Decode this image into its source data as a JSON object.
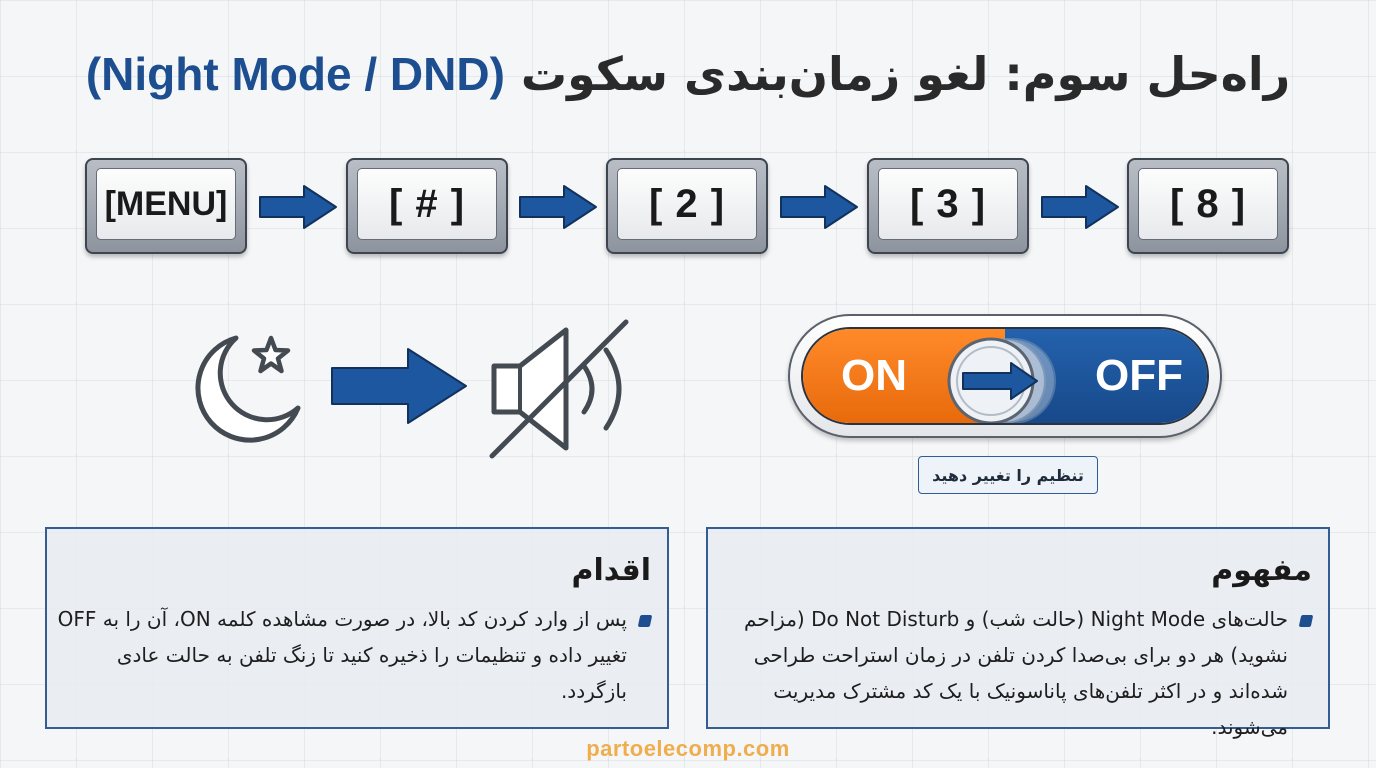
{
  "title": {
    "persian": "راه‌حل سوم: لغو زمان‌بندی سکوت",
    "english": "(Night Mode / DND)"
  },
  "key_sequence": [
    "[MENU]",
    "[ # ]",
    "[ 2 ]",
    "[ 3 ]",
    "[ 8 ]"
  ],
  "icons": {
    "night": "moon-star-icon",
    "flow": "arrow-right-icon",
    "silent": "speaker-muted-icon"
  },
  "toggle": {
    "on_label": "ON",
    "off_label": "OFF",
    "hint": "تنظیم را تغییر دهید",
    "on_color": "#f07a1a",
    "off_color": "#1d57a0"
  },
  "concept_box": {
    "heading": "مفهوم",
    "body": "حالت‌های Night Mode (حالت شب) و Do Not Disturb (مزاحم نشوید) هر دو برای بی‌صدا کردن تلفن در زمان استراحت طراحی شده‌اند و در اکثر تلفن‌های پاناسونیک با یک کد مشترک مدیریت می‌شوند."
  },
  "action_box": {
    "heading": "اقدام",
    "body": "پس از وارد کردن کد بالا، در صورت مشاهده کلمه ON، آن را به OFF تغییر داده و تنظیمات را ذخیره کنید تا زنگ تلفن به حالت عادی بازگردد."
  },
  "footer": "partoelecomp.com",
  "colors": {
    "accent_blue": "#1d4e8f",
    "accent_orange": "#f07a1a",
    "footer": "#f0ad4e"
  }
}
